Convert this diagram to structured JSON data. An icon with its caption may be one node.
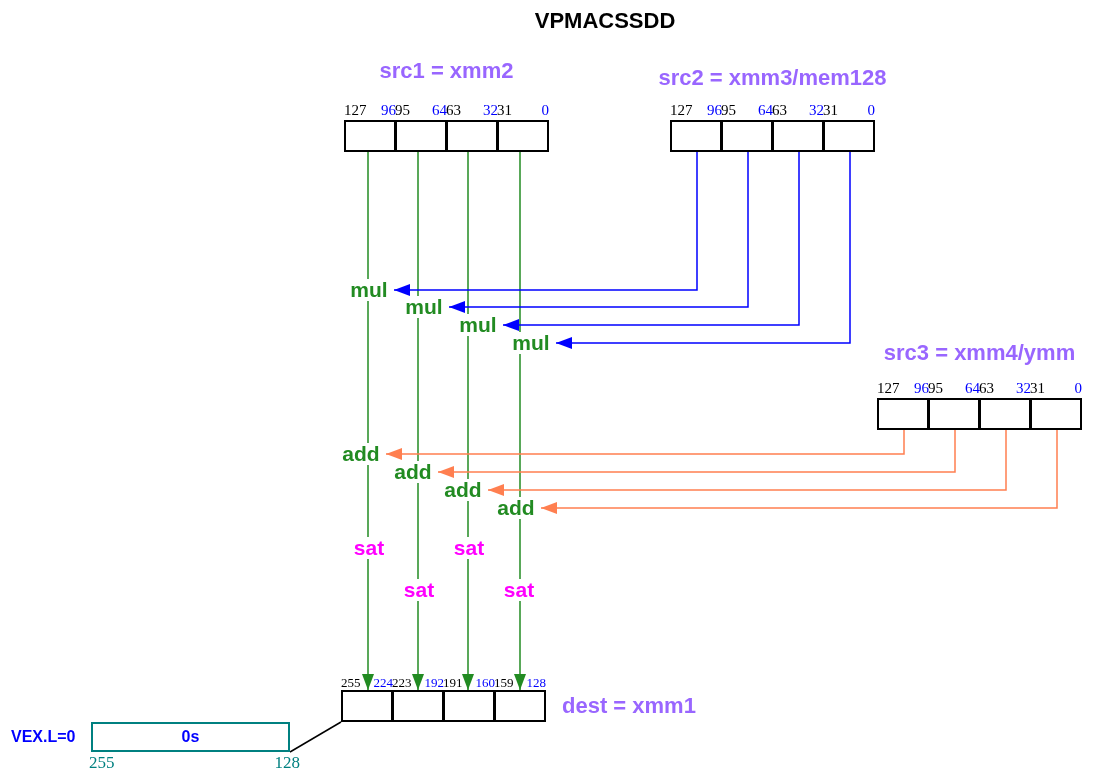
{
  "diagram": {
    "title": "VPMACSSDD",
    "nodes": [
      {
        "text": [
          "src1 = xmm2"
        ]
      },
      {
        "text": [],
        "shape": "box",
        "in": 0,
        "beside": [
          "127",
          "96"
        ]
      },
      {
        "text": [],
        "shape": "box",
        "in": 0,
        "beside": [
          "95",
          "64"
        ]
      },
      {
        "text": [],
        "shape": "box",
        "in": 0,
        "beside": [
          "63",
          "32"
        ]
      },
      {
        "text": [],
        "shape": "box",
        "in": 0,
        "beside": [
          "31",
          "0"
        ]
      },
      {
        "text": [
          "src2 = xmm3/mem128"
        ]
      },
      {
        "text": [],
        "shape": "box",
        "in": 5,
        "beside": [
          "127",
          "96"
        ]
      },
      {
        "text": [],
        "shape": "box",
        "in": 5,
        "beside": [
          "95",
          "64"
        ]
      },
      {
        "text": [],
        "shape": "box",
        "in": 5,
        "beside": [
          "63",
          "32"
        ]
      },
      {
        "text": [],
        "shape": "box",
        "in": 5,
        "beside": [
          "31",
          "0"
        ]
      },
      {
        "text": [
          "src3 = xmm4/ymm"
        ]
      },
      {
        "text": [],
        "shape": "box",
        "in": 10,
        "beside": [
          "127",
          "96"
        ]
      },
      {
        "text": [],
        "shape": "box",
        "in": 10,
        "beside": [
          "95",
          "64"
        ]
      },
      {
        "text": [],
        "shape": "box",
        "in": 10,
        "beside": [
          "63",
          "32"
        ]
      },
      {
        "text": [],
        "shape": "box",
        "in": 10,
        "beside": [
          "31",
          "0"
        ]
      },
      {
        "text": [
          "dest = xmm1"
        ]
      },
      {
        "text": [],
        "shape": "box",
        "in": 15,
        "beside": [
          "255",
          "224"
        ]
      },
      {
        "text": [],
        "shape": "box",
        "in": 15,
        "beside": [
          "223",
          "192"
        ]
      },
      {
        "text": [],
        "shape": "box",
        "in": 15,
        "beside": [
          "191",
          "160"
        ]
      },
      {
        "text": [],
        "shape": "box",
        "in": 15,
        "beside": [
          "159",
          "128"
        ]
      },
      {
        "text": [
          "0s"
        ],
        "beside": [
          "VEX.L=0",
          "255",
          "128"
        ]
      },
      {
        "text": [
          "mul"
        ]
      },
      {
        "text": [
          "mul"
        ]
      },
      {
        "text": [
          "mul"
        ]
      },
      {
        "text": [
          "mul"
        ]
      },
      {
        "text": [
          "add"
        ]
      },
      {
        "text": [
          "add"
        ]
      },
      {
        "text": [
          "add"
        ]
      },
      {
        "text": [
          "add"
        ]
      },
      {
        "text": [
          "sat"
        ]
      },
      {
        "text": [
          "sat"
        ]
      },
      {
        "text": [
          "sat"
        ]
      },
      {
        "text": [
          "sat"
        ]
      }
    ],
    "edges": [
      {
        "from": 1,
        "to": 21,
        "arrow": "none"
      },
      {
        "from": 2,
        "to": 22,
        "arrow": "none"
      },
      {
        "from": 3,
        "to": 23,
        "arrow": "none"
      },
      {
        "from": 4,
        "to": 24,
        "arrow": "none"
      },
      {
        "from": 6,
        "to": 21,
        "arrow": "to",
        "color": "#0000ff"
      },
      {
        "from": 7,
        "to": 22,
        "arrow": "to",
        "color": "#0000ff"
      },
      {
        "from": 8,
        "to": 23,
        "arrow": "to",
        "color": "#0000ff"
      },
      {
        "from": 9,
        "to": 24,
        "arrow": "to",
        "color": "#0000ff"
      },
      {
        "from": 21,
        "to": 25,
        "arrow": "none"
      },
      {
        "from": 22,
        "to": 26,
        "arrow": "none"
      },
      {
        "from": 23,
        "to": 27,
        "arrow": "none"
      },
      {
        "from": 24,
        "to": 28,
        "arrow": "none"
      },
      {
        "from": 11,
        "to": 25,
        "arrow": "to",
        "color": "#ff7f50"
      },
      {
        "from": 12,
        "to": 26,
        "arrow": "to",
        "color": "#ff7f50"
      },
      {
        "from": 13,
        "to": 27,
        "arrow": "to",
        "color": "#ff7f50"
      },
      {
        "from": 14,
        "to": 28,
        "arrow": "to",
        "color": "#ff7f50"
      },
      {
        "from": 25,
        "to": 29,
        "arrow": "none"
      },
      {
        "from": 26,
        "to": 30,
        "arrow": "none"
      },
      {
        "from": 27,
        "to": 31,
        "arrow": "none"
      },
      {
        "from": 28,
        "to": 32,
        "arrow": "none"
      },
      {
        "from": 29,
        "to": 16,
        "arrow": "to"
      },
      {
        "from": 30,
        "to": 17,
        "arrow": "to"
      },
      {
        "from": 31,
        "to": 18,
        "arrow": "to"
      },
      {
        "from": 32,
        "to": 19,
        "arrow": "to"
      },
      {
        "from": 20,
        "to": 15,
        "arrow": "none",
        "color": "#000000"
      }
    ]
  }
}
